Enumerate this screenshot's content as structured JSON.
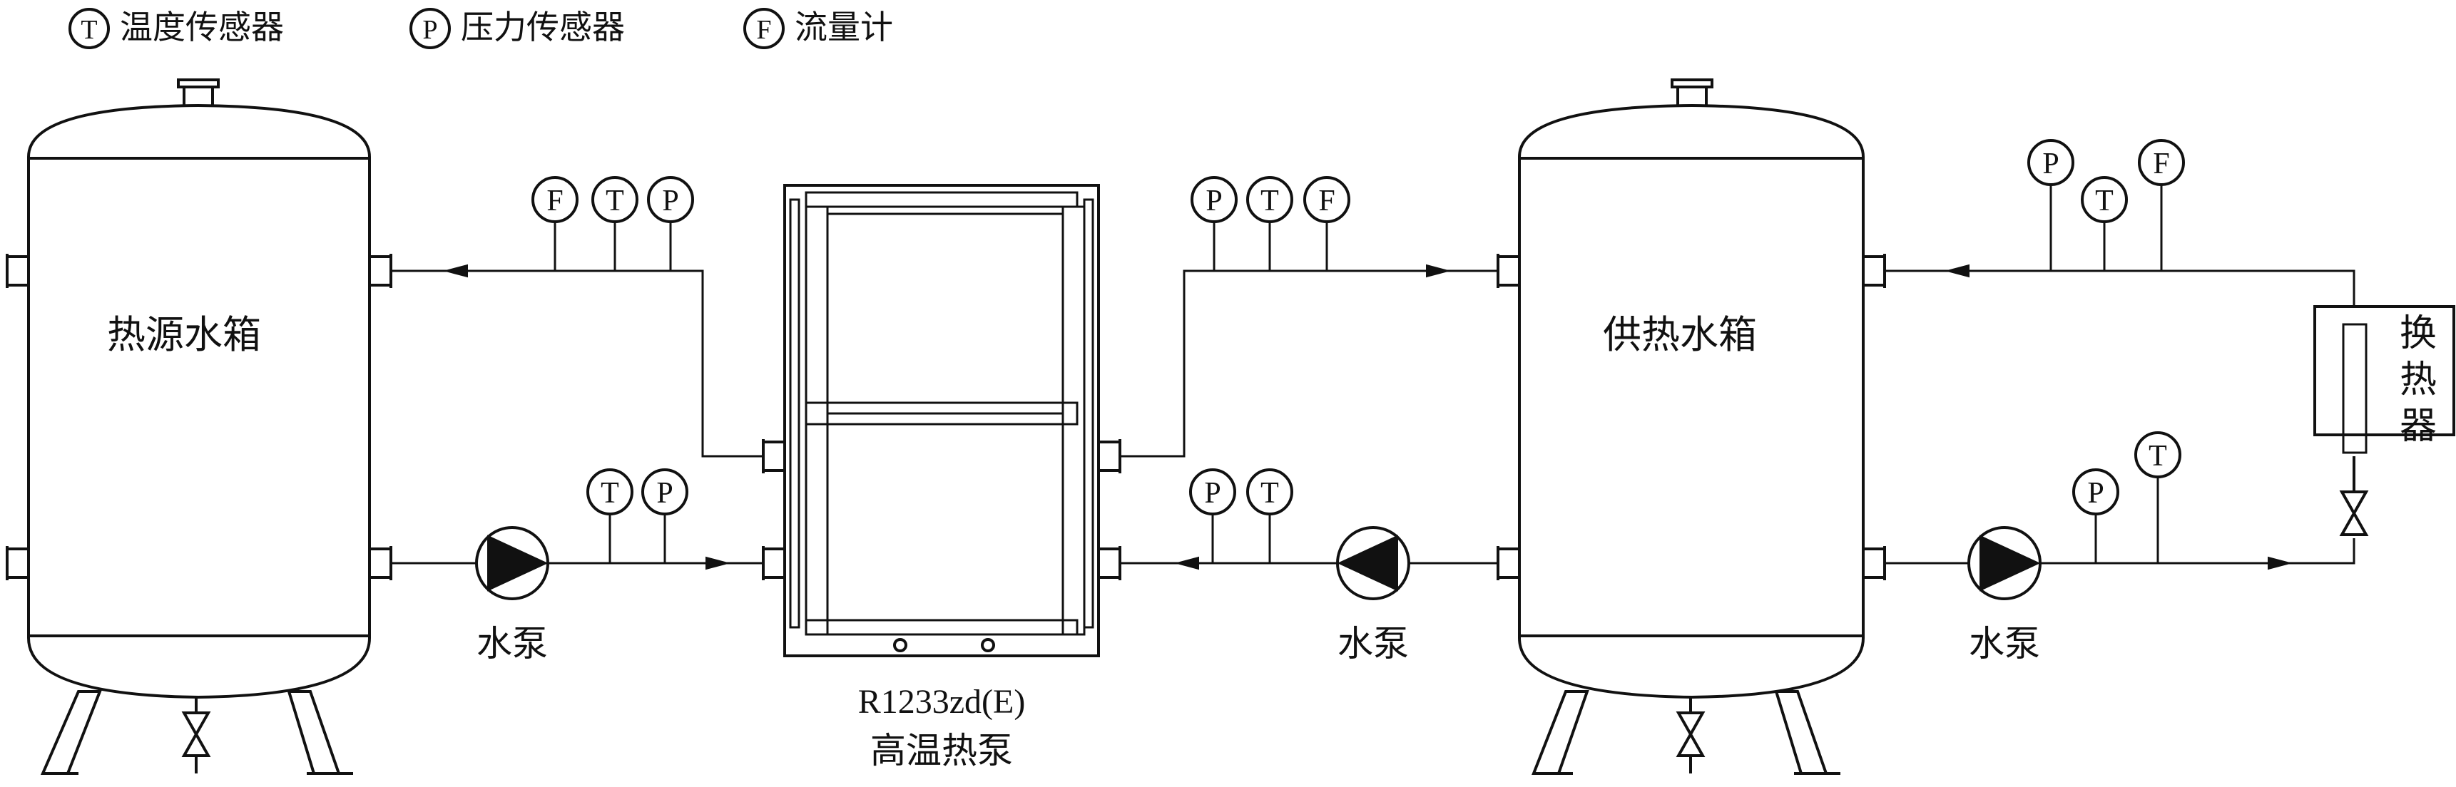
{
  "legend": [
    {
      "symbol": "T",
      "label": "温度传感器"
    },
    {
      "symbol": "P",
      "label": "压力传感器"
    },
    {
      "symbol": "F",
      "label": "流量计"
    }
  ],
  "tanks": {
    "source_label": "热源水箱",
    "supply_label": "供热水箱"
  },
  "heat_pump": {
    "model": "R1233zd(E)",
    "name": "高温热泵"
  },
  "pump_label": "水泵",
  "heat_exchanger_label": [
    "换",
    "热",
    "器"
  ],
  "sensors": {
    "source_out": [
      "F",
      "T",
      "P"
    ],
    "source_in": [
      "T",
      "P"
    ],
    "supply_in": [
      "P",
      "T",
      "F"
    ],
    "supply_out": [
      "P",
      "T"
    ],
    "loop_return": [
      "P",
      "T",
      "F"
    ],
    "loop_out": [
      "P",
      "T"
    ]
  }
}
